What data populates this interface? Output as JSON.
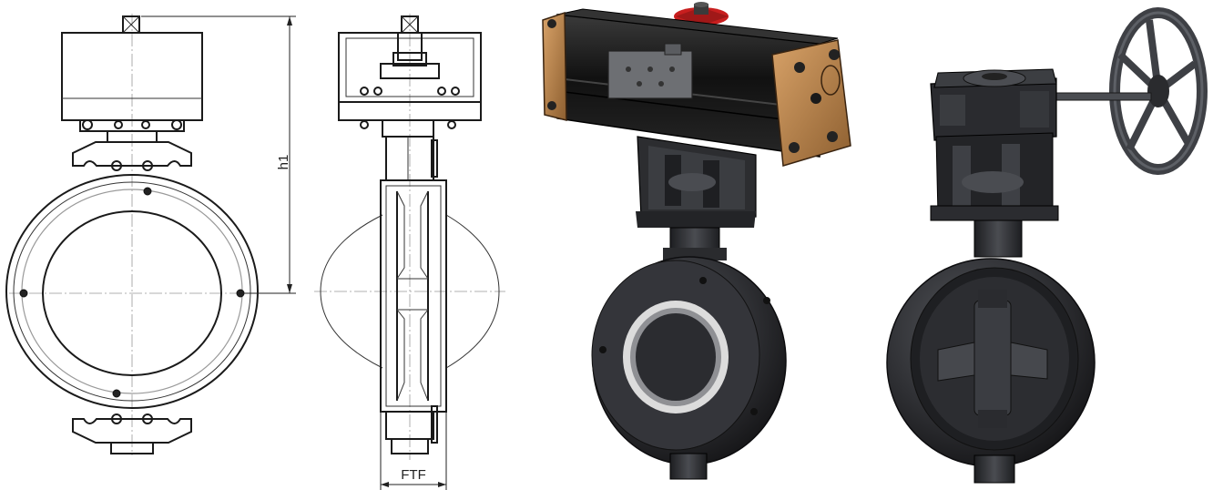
{
  "dimensions": {
    "height_label": "h1",
    "face_to_face_label": "FTF"
  },
  "colors": {
    "line": "#1a1a1a",
    "body_dark": "#2f2f33",
    "actuator_black": "#1c1c1c",
    "end_cap_bronze": "#b9844c",
    "indicator_red": "#c81e1e",
    "seat_ring": "#dcdcdc"
  },
  "views": [
    "front-view-drawing",
    "side-view-drawing",
    "pneumatic-actuated-valve-render",
    "gear-operated-valve-render"
  ]
}
